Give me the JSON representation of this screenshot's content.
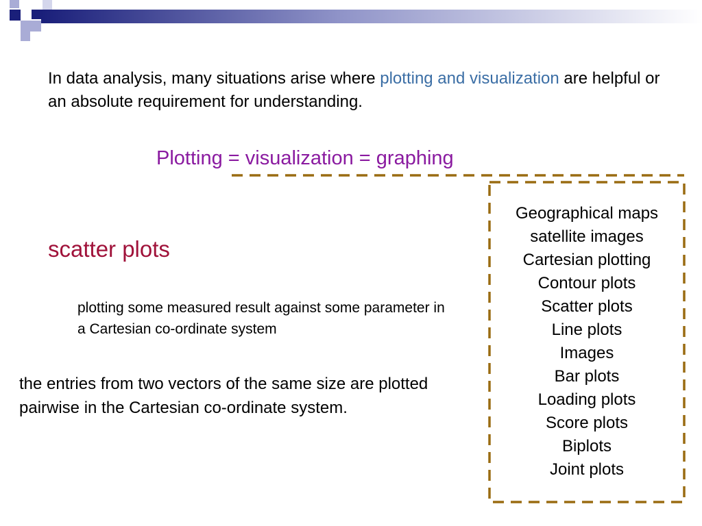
{
  "colors": {
    "deco_navy": "#1a1f7a",
    "deco_lavender": "#a9acd6",
    "link_blue": "#3b6ea5",
    "heading_purple": "#8a1aa0",
    "scatter_red": "#a0123a",
    "dash_brown": "#9a6c12"
  },
  "intro": {
    "before": "In data analysis, many situations arise where ",
    "highlight": "plotting and visualization",
    "after": " are helpful or an absolute requirement for understanding."
  },
  "plotting_equation": "Plotting = visualization = graphing",
  "scatter": {
    "title": "scatter plots",
    "description": "plotting some measured result against some parameter in a Cartesian co-ordinate system"
  },
  "pairwise_text": "the entries from two vectors of the same size are plotted pairwise in the Cartesian co-ordinate system.",
  "plot_types": [
    "Geographical maps",
    "satellite images",
    "Cartesian plotting",
    "Contour plots",
    "Scatter plots",
    "Line plots",
    "Images",
    "Bar plots",
    "Loading plots",
    "Score plots",
    "Biplots",
    "Joint plots"
  ]
}
